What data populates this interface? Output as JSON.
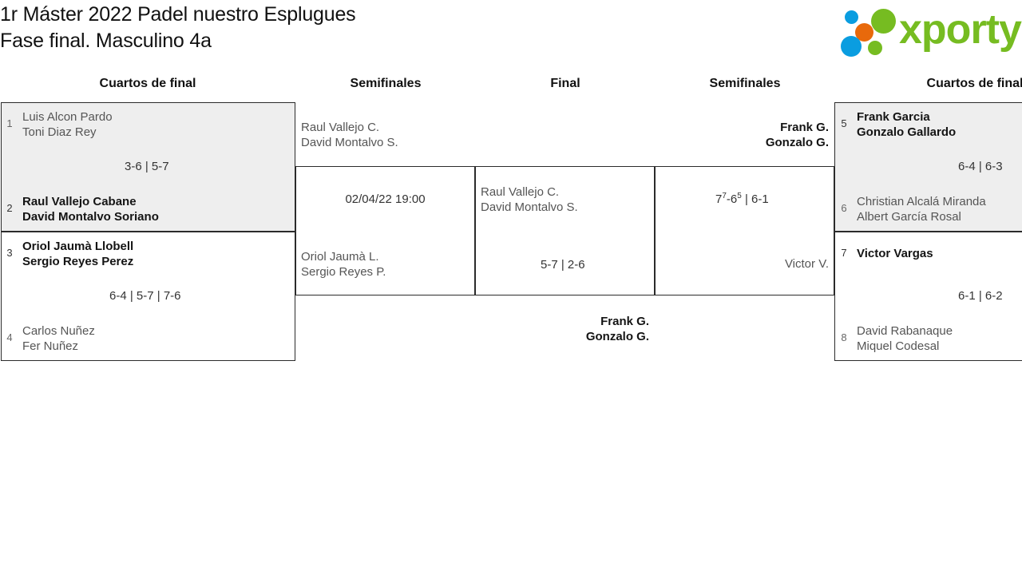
{
  "header": {
    "title_line1": "1r Máster 2022 Padel nuestro Esplugues",
    "title_line2": "Fase final. Masculino 4a"
  },
  "logo": {
    "wordmark": "xporty",
    "green": "#76bc21",
    "blue": "#0a9de0",
    "orange": "#e8690b"
  },
  "rounds": {
    "left_quarters": "Cuartos de final",
    "left_semis": "Semifinales",
    "final": "Final",
    "right_semis": "Semifinales",
    "right_quarters": "Cuartos de final"
  },
  "bracket": {
    "left_quarterfinals": [
      {
        "seed_top": "1",
        "team_top_line1": "Luis Alcon Pardo",
        "team_top_line2": "Toni Diaz Rey",
        "seed_bottom": "2",
        "team_bottom_line1": "Raul Vallejo Cabane",
        "team_bottom_line2": "David Montalvo Soriano",
        "score": "3-6 | 5-7"
      },
      {
        "seed_top": "3",
        "team_top_line1": "Oriol Jaumà Llobell",
        "team_top_line2": "Sergio Reyes Perez",
        "seed_bottom": "4",
        "team_bottom_line1": "Carlos Nuñez",
        "team_bottom_line2": "Fer Nuñez",
        "score": "6-4 | 5-7 | 7-6"
      }
    ],
    "left_semifinal": {
      "team_top_line1": "Raul Vallejo C.",
      "team_top_line2": "David Montalvo S.",
      "team_bottom_line1": "Oriol Jaumà L.",
      "team_bottom_line2": "Sergio Reyes P.",
      "schedule": "02/04/22 19:00"
    },
    "final": {
      "team_top_line1": "Raul Vallejo C.",
      "team_top_line2": "David Montalvo S.",
      "team_bottom_line1": "Frank G.",
      "team_bottom_line2": "Gonzalo G.",
      "score": "5-7 | 2-6"
    },
    "right_semifinal": {
      "team_top_line1": "Frank G.",
      "team_top_line2": "Gonzalo G.",
      "team_bottom_line1": "Victor V.",
      "score_part1": "7",
      "score_sup1": "7",
      "score_mid": "-6",
      "score_sup2": "5",
      "score_part2": " | 6-1"
    },
    "right_quarterfinals": [
      {
        "seed_top": "5",
        "team_top_line1": "Frank Garcia",
        "team_top_line2": "Gonzalo Gallardo",
        "seed_bottom": "6",
        "team_bottom_line1": "Christian Alcalá Miranda",
        "team_bottom_line2": "Albert García Rosal",
        "score": "6-4 | 6-3"
      },
      {
        "seed_top": "7",
        "team_top_line1": "Victor Vargas",
        "seed_bottom": "8",
        "team_bottom_line1": "David Rabanaque",
        "team_bottom_line2": "Miquel Codesal",
        "score": "6-1 | 6-2"
      }
    ]
  }
}
